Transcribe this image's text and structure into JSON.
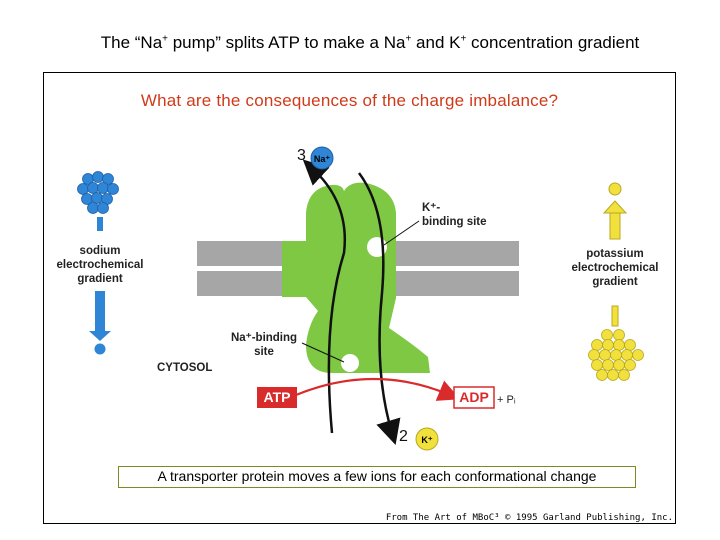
{
  "slide": {
    "title": {
      "part1": "The “Na",
      "sup1": "+",
      "part2": " pump” splits ATP to make a Na",
      "sup2": "+",
      "part3": "  and K",
      "sup3": "+",
      "part4": " concentration gradient"
    },
    "question": "What are the consequences of the charge imbalance?",
    "caption": "A transporter protein moves a few ions for each conformational change",
    "credit": "From The Art of MBoC³ © 1995 Garland Publishing, Inc."
  },
  "diagram": {
    "na_count": "3",
    "na_ion": "Na⁺",
    "k_count": "2",
    "k_ion": "K⁺",
    "sodium_gradient": [
      "sodium",
      "electrochemical",
      "gradient"
    ],
    "potassium_gradient": [
      "potassium",
      "electrochemical",
      "gradient"
    ],
    "k_binding_site": [
      "K⁺-",
      "binding site"
    ],
    "na_binding_site": [
      "Na⁺-binding",
      "site"
    ],
    "cytosol": "CYTOSOL",
    "atp": "ATP",
    "adp": "ADP",
    "pi": "+ Pᵢ"
  },
  "colors": {
    "sodium_blue": "#2f86d6",
    "potassium_yellow": "#f2e13c",
    "protein_green": "#7ec843",
    "membrane_gray": "#a6a6a6",
    "atp_red": "#d92b2b",
    "title_red": "#d03a1a",
    "caption_border": "#7b8a25"
  }
}
